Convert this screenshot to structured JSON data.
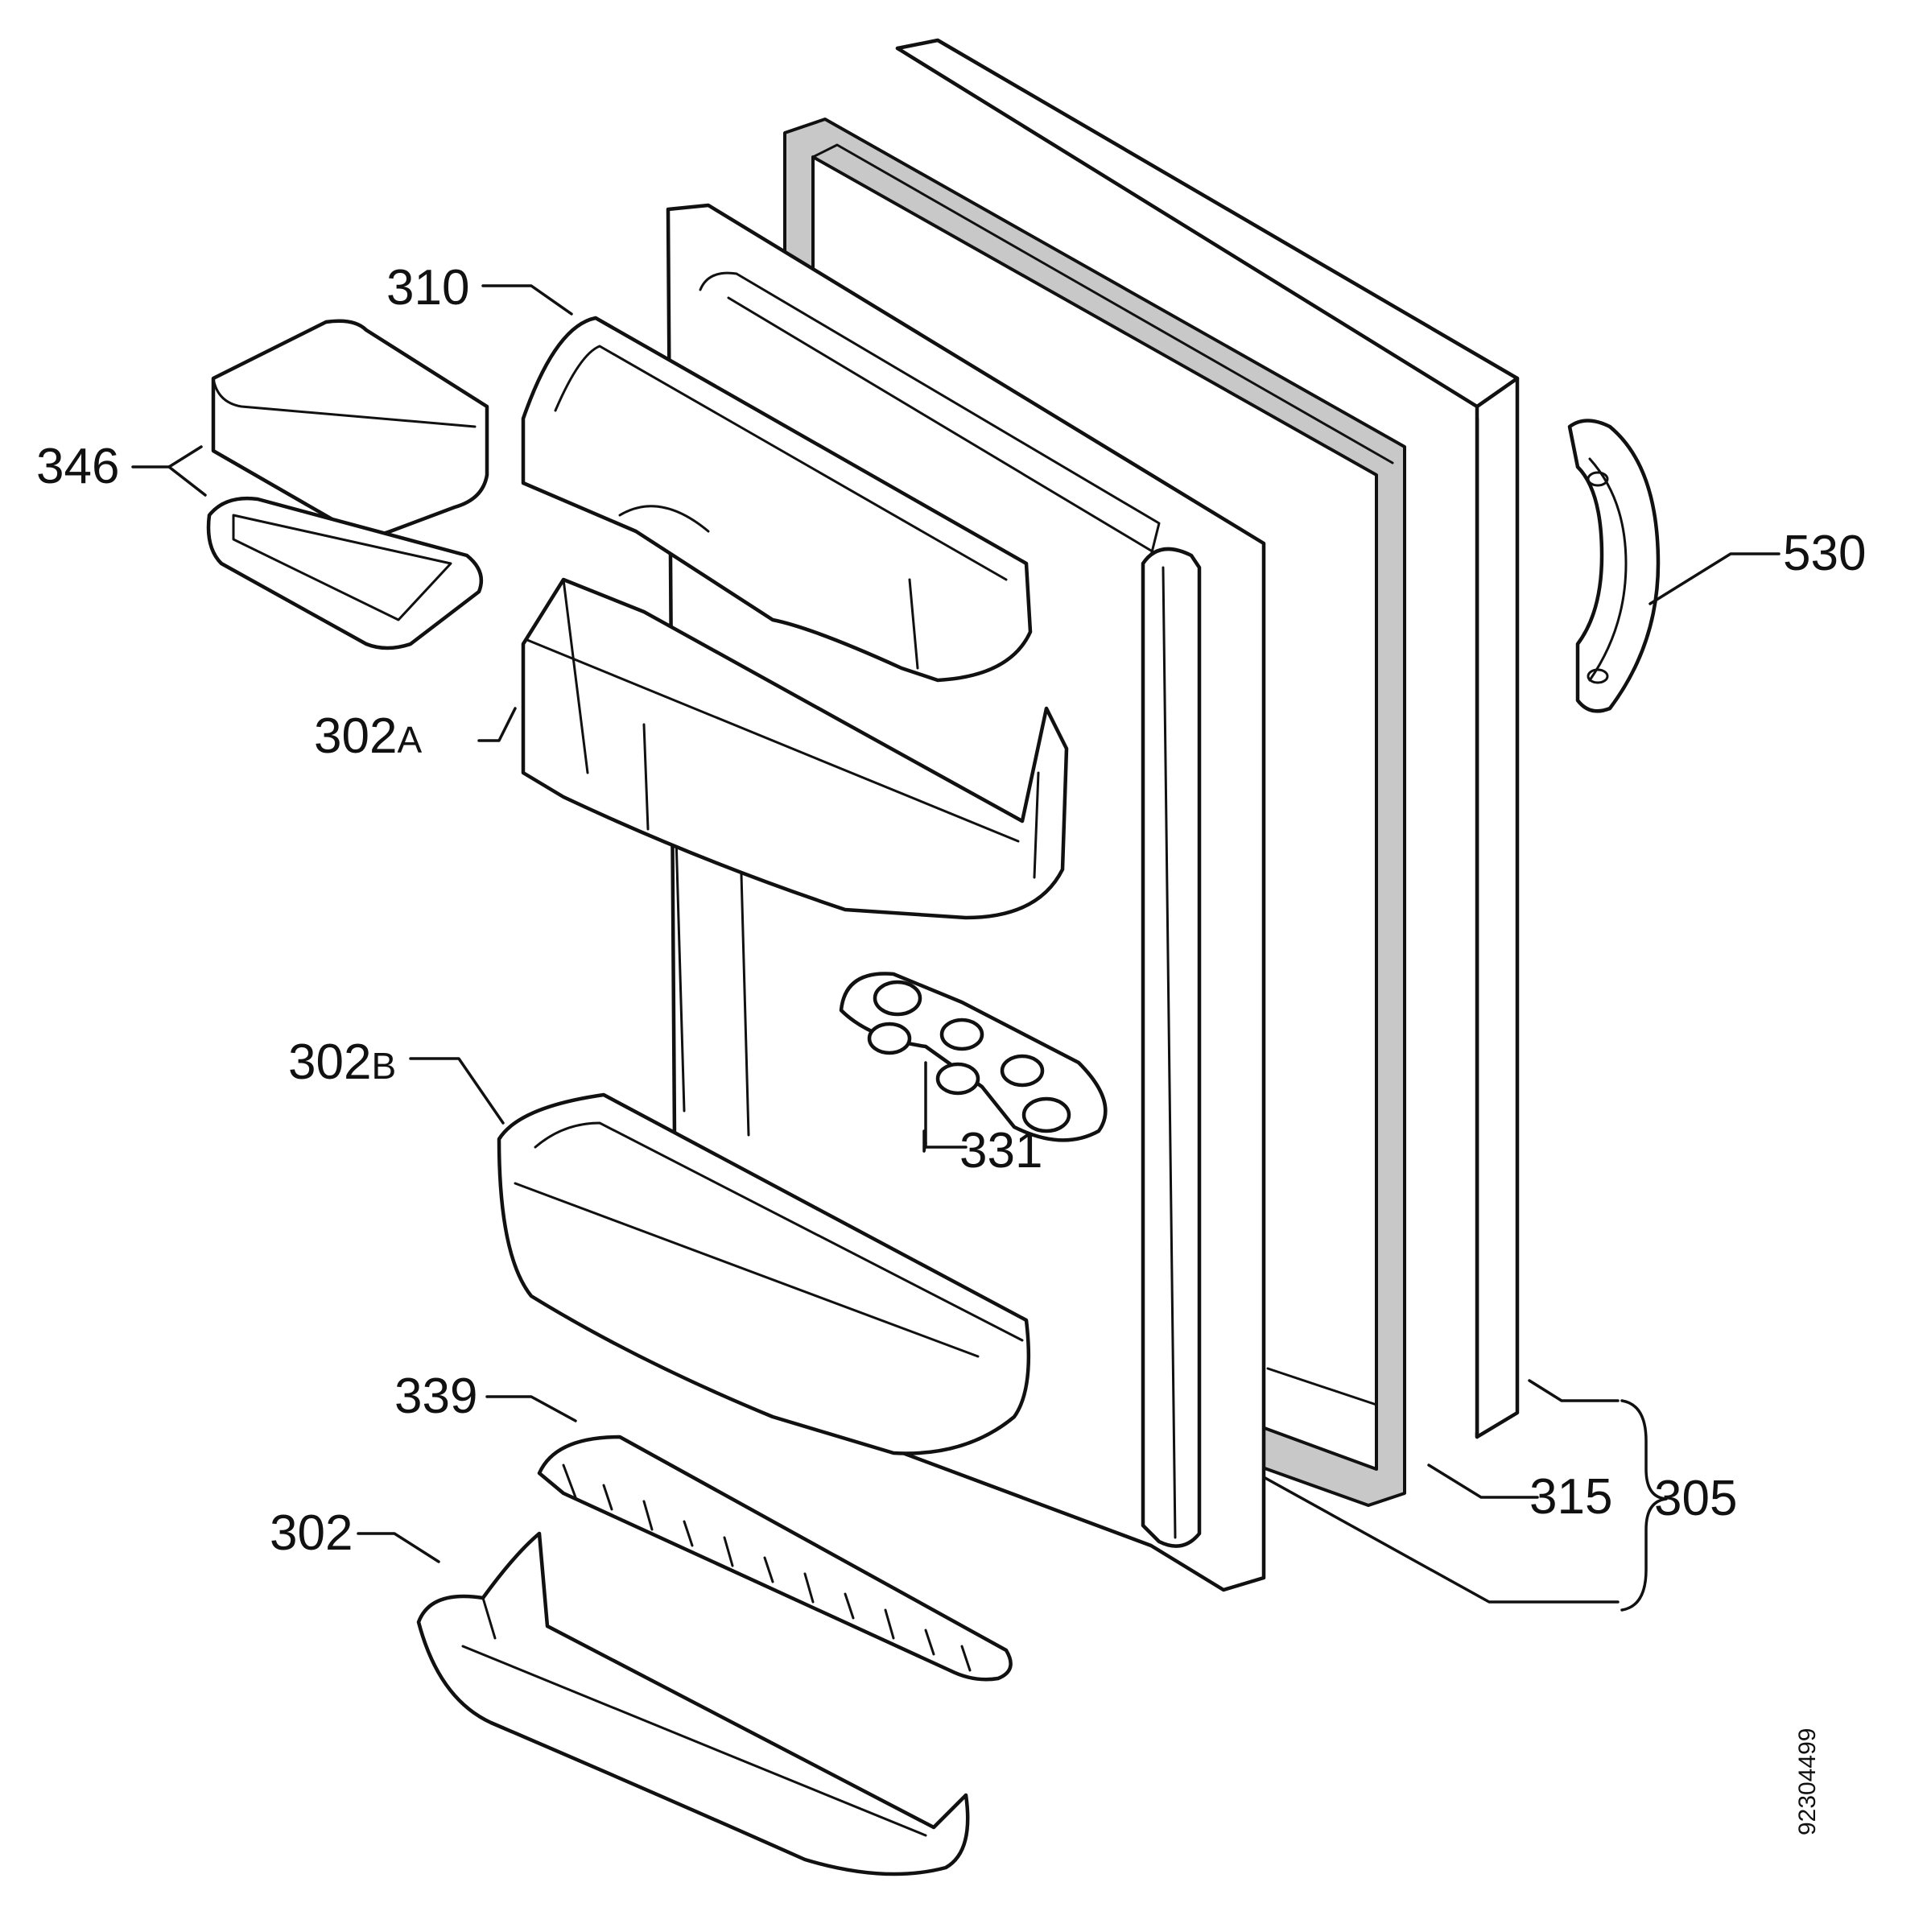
{
  "callouts": {
    "shelf_cover": "310",
    "butter_box": "346",
    "upper_shelf_number": "302",
    "upper_shelf_suffix": "A",
    "egg_tray": "331",
    "middle_shelf_number": "302",
    "middle_shelf_suffix": "B",
    "bottle_guard": "339",
    "bottom_shelf": "302",
    "handle": "530",
    "gasket": "315",
    "door_assembly": "305"
  },
  "drawing_code": "92304499"
}
